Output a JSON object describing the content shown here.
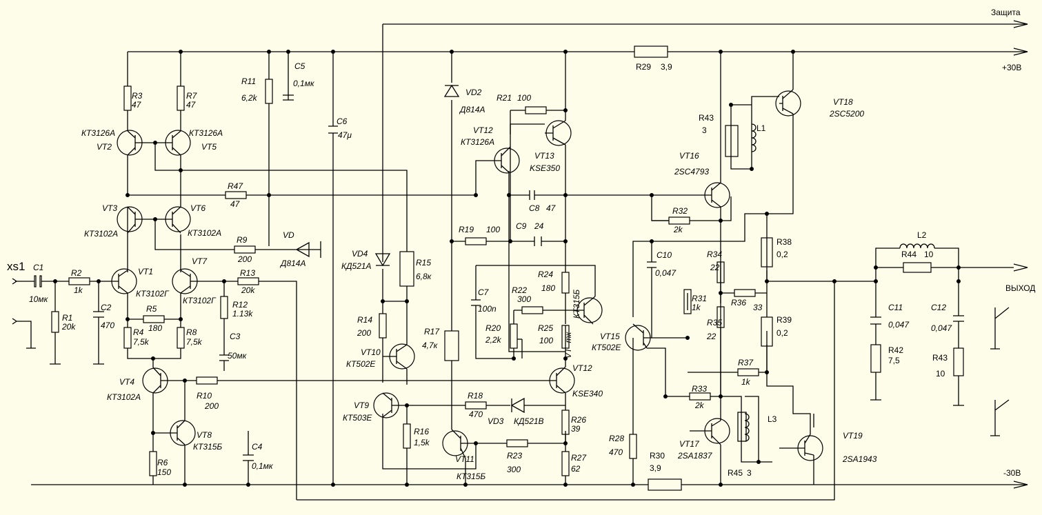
{
  "labels": {
    "xs1": "xs1",
    "c1": "C1",
    "c1_val": "10мк",
    "r2": "R2",
    "r2_val": "1k",
    "r1": "R1",
    "r1_val": "20k",
    "c2": "C2",
    "c2_val": "470",
    "r3": "R3",
    "r3_val": "47",
    "r7": "R7",
    "r7_val": "47",
    "vt2_type": "КТ3126А",
    "vt2": "VT2",
    "vt5_type": "КТ3126А",
    "vt5": "VT5",
    "vt3": "VT3",
    "vt3_type": "КТ3102А",
    "vt6": "VT6",
    "vt6_type": "КТ3102А",
    "r47": "R47",
    "r47_val": "47",
    "r9": "R9",
    "r9_val": "200",
    "vd": "VD",
    "vd_type": "Д814А",
    "r11": "R11",
    "r11_val": "6,2k",
    "c5": "C5",
    "c5_val": "0,1мк",
    "c6": "C6",
    "c6_val": "47μ",
    "vt1": "VT1",
    "vt1_type": "КТ3102Г",
    "vt7": "VT7",
    "vt7_type": "КТ3102Г",
    "r13": "R13",
    "r13_val": "20k",
    "r5": "R5",
    "r5_val": "180",
    "r4": "R4",
    "r4_val": "7,5k",
    "r8": "R8",
    "r8_val": "7,5k",
    "r12": "R12",
    "r12_val": "1.13k",
    "c3": "C3",
    "c3_val": "50мк",
    "vt4": "VT4",
    "vt4_type": "КТ3102А",
    "r10": "R10",
    "r10_val": "200",
    "vt8": "VT8",
    "vt8_type": "КТ315Б",
    "r6": "R6",
    "r6_val": "150",
    "c4": "C4",
    "c4_val": "0,1мк",
    "vd4": "VD4",
    "vd4_type": "КД521А",
    "r15": "R15",
    "r15_val": "6,8к",
    "r14": "R14",
    "r14_val": "200",
    "vt10": "VT10",
    "vt10_type": "КТ502Е",
    "r17": "R17",
    "r17_val": "4,7к",
    "vt9": "VT9",
    "vt9_type": "КТ503Е",
    "r16": "R16",
    "r16_val": "1,5k",
    "r18": "R18",
    "r18_val": "470",
    "vd3": "VD3",
    "vd3_type": "КД521В",
    "vt11": "VT11",
    "vt11_type": "КТ315Б",
    "r23": "R23",
    "r23_val": "300",
    "vd2": "VD2",
    "vd2_type": "Д814А",
    "r21": "R21",
    "r21_val": "100",
    "vt12a": "VT12",
    "vt12a_type": "КТ3126А",
    "vt13": "VT13",
    "vt13_type": "KSE350",
    "c8": "C8",
    "c8_val": "47",
    "c9": "C9",
    "c9_val": "24",
    "r19": "R19",
    "r19_val": "100",
    "c7": "C7",
    "c7_val": "100n",
    "r22": "R22",
    "r22_val": "300",
    "r24": "R24",
    "r24_val": "180",
    "r20": "R20",
    "r20_val": "2,2k",
    "r25": "R25",
    "r25_val": "100",
    "vtmk_type": "КТ315Б",
    "vtmk": "VT -mк",
    "vt12b": "VT12",
    "vt12b_type": "KSE340",
    "r26": "R26",
    "r26_val": "39",
    "r27": "R27",
    "r27_val": "62",
    "r28": "R28",
    "r28_val": "470",
    "vt15": "VT15",
    "vt15_type": "КТ502Е",
    "r29": "R29",
    "r29_val": "3,9",
    "r30": "R30",
    "r30_val": "3,9",
    "r43a": "R43",
    "r43a_val": "3",
    "l1": "L1",
    "vt16": "VT16",
    "vt16_type": "2SC4793",
    "vt18": "VT18",
    "vt18_type": "2SC5200",
    "r32": "R32",
    "r32_val": "2k",
    "c10": "C10",
    "c10_val": "0,047",
    "r34": "R34",
    "r34_val": "22",
    "r31": "R31",
    "r31_val": "1k",
    "r36": "R36",
    "r36_val": "33",
    "r35": "R35",
    "r35_val": "22",
    "r37": "R37",
    "r37_val": "1k",
    "r33": "R33",
    "r33_val": "2k",
    "vt17": "VT17",
    "vt17_type": "2SA1837",
    "l3": "L3",
    "r45": "R45",
    "r45_val": "3",
    "vt19": "VT19",
    "vt19_type": "2SA1943",
    "r38": "R38",
    "r38_val": "0,2",
    "r39": "R39",
    "r39_val": "0,2",
    "l2": "L2",
    "r44": "R44",
    "r44_val": "10",
    "c11": "C11",
    "c11_val": "0,047",
    "c12": "C12",
    "c12_val": "0,047",
    "r42": "R42",
    "r42_val": "7,5",
    "r43b": "R43",
    "r43b_val": "10",
    "protection": "Защита",
    "plus30": "+30В",
    "output": "ВЫХОД",
    "minus30": "-30В"
  }
}
